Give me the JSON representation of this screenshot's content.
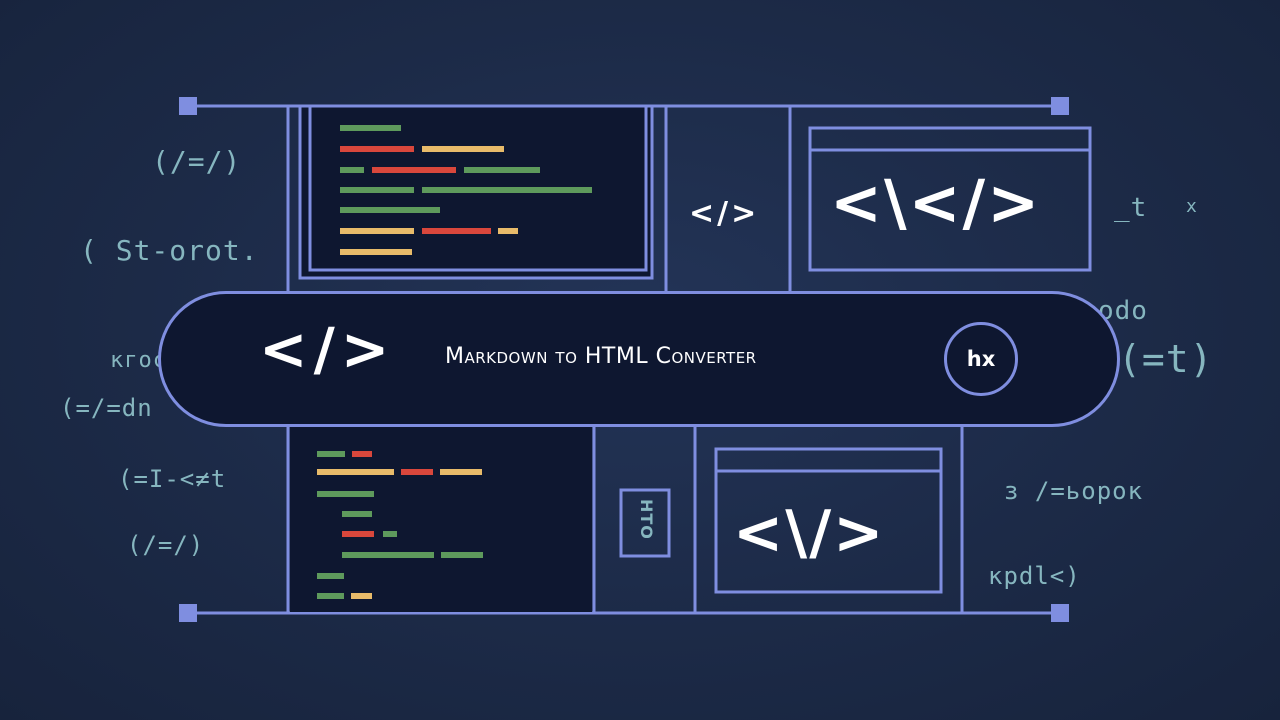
{
  "banner": {
    "code_icon": "</>",
    "title": "Markdown to HTML Converter",
    "badge": "hx"
  },
  "panels": {
    "middle_code_icon": "</>",
    "preview_top_code_icon": "<\\</>",
    "preview_bottom_code_icon": "<\\/>",
    "tag_badge": "HTO"
  },
  "background_glyphs": {
    "g1": "(/=/)",
    "g2": "( St-orot.",
    "g3": "кгoс",
    "g4": "(=/=dn",
    "g5": "(=I-<≠t",
    "g6": "(/=/)",
    "g7": "_t",
    "g8": "x",
    "g9": "odo",
    "g10": "(=t)",
    "g11": "з /=ьopoк",
    "g12": "кpdl<)"
  },
  "colors": {
    "background": "#1c2a47",
    "frame": "#7f8ee0",
    "panel": "#0e1730",
    "code_green": "#5e9a5c",
    "code_red": "#d9473c",
    "code_yellow": "#e8bb6a",
    "glyph": "#86b6bf"
  },
  "icons": {
    "code": "code-icon",
    "window": "browser-window-icon",
    "badge": "hx-badge-icon"
  }
}
